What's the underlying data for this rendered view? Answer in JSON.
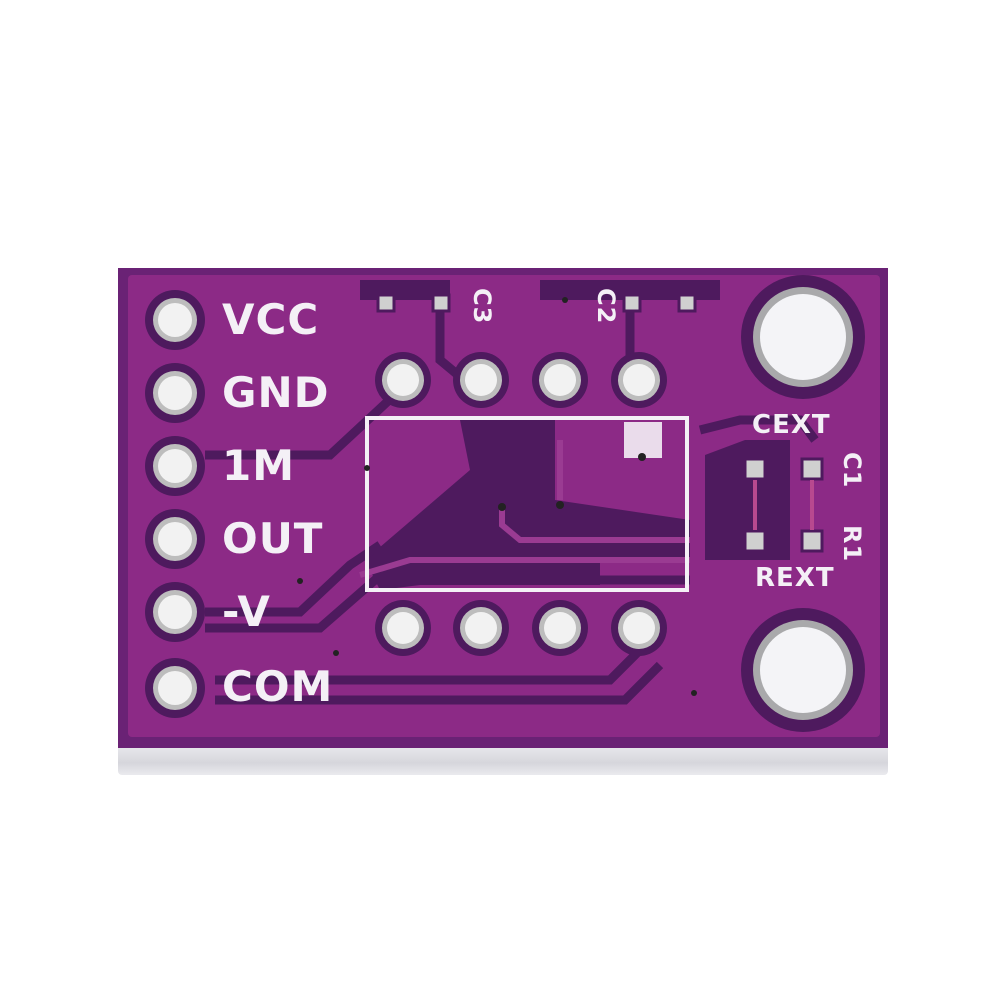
{
  "image": {
    "subject": "Purple PCB breakout module, top view",
    "board_color": "#8c2a86",
    "mask_dark_color": "#4e1a5e",
    "silkscreen_color": "#f4f0f6",
    "pad_color": "#d9d9d9"
  },
  "pin_header": {
    "labels": [
      "VCC",
      "GND",
      "1M",
      "OUT",
      "-V",
      "COM"
    ]
  },
  "components": {
    "capacitor_top_left": "C3",
    "capacitor_top_right": "C2",
    "capacitor_right": "C1",
    "resistor_right": "R1"
  },
  "right_labels": {
    "top": "CEXT",
    "bottom": "REXT"
  }
}
